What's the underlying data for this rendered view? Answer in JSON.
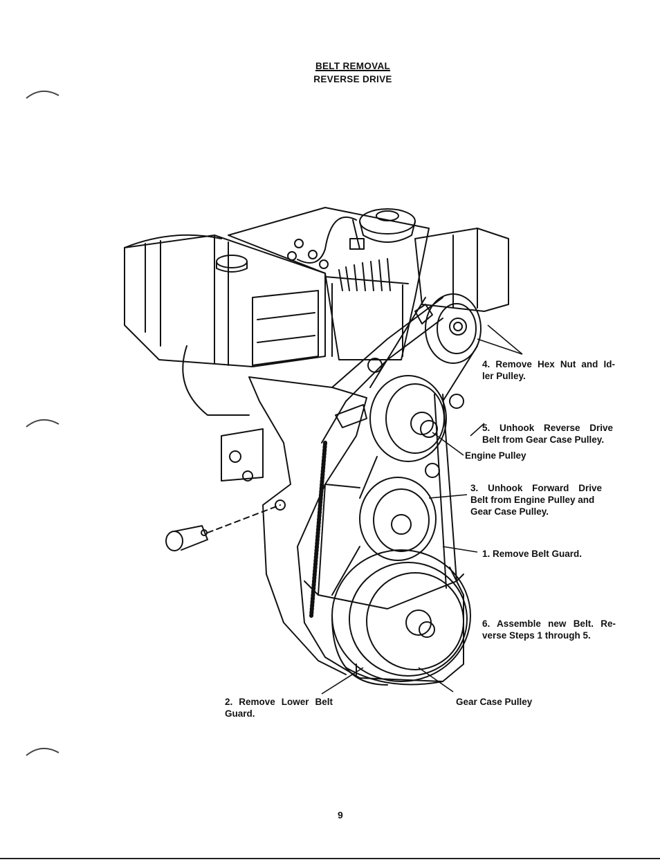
{
  "page": {
    "title": "BELT REMOVAL",
    "subtitle": "REVERSE DRIVE",
    "page_number": "9"
  },
  "callouts": {
    "step4": {
      "line1": "4. Remove Hex Nut and Id-",
      "line2": "ler Pulley."
    },
    "step5": {
      "line1": "5. Unhook Reverse Drive",
      "line2": "Belt from Gear Case Pulley."
    },
    "engine_pulley": "Engine Pulley",
    "step3": {
      "line1": "3. Unhook Forward Drive",
      "line2": "Belt from Engine Pulley and",
      "line3": "Gear Case Pulley."
    },
    "step1": "1. Remove Belt Guard.",
    "step6": {
      "line1": "6. Assemble new Belt. Re-",
      "line2": "verse Steps 1 through 5."
    },
    "step2": {
      "line1": "2. Remove Lower Belt",
      "line2": "Guard."
    },
    "gear_case_pulley": "Gear Case Pulley"
  },
  "colors": {
    "ink": "#111111",
    "paper": "#ffffff"
  }
}
